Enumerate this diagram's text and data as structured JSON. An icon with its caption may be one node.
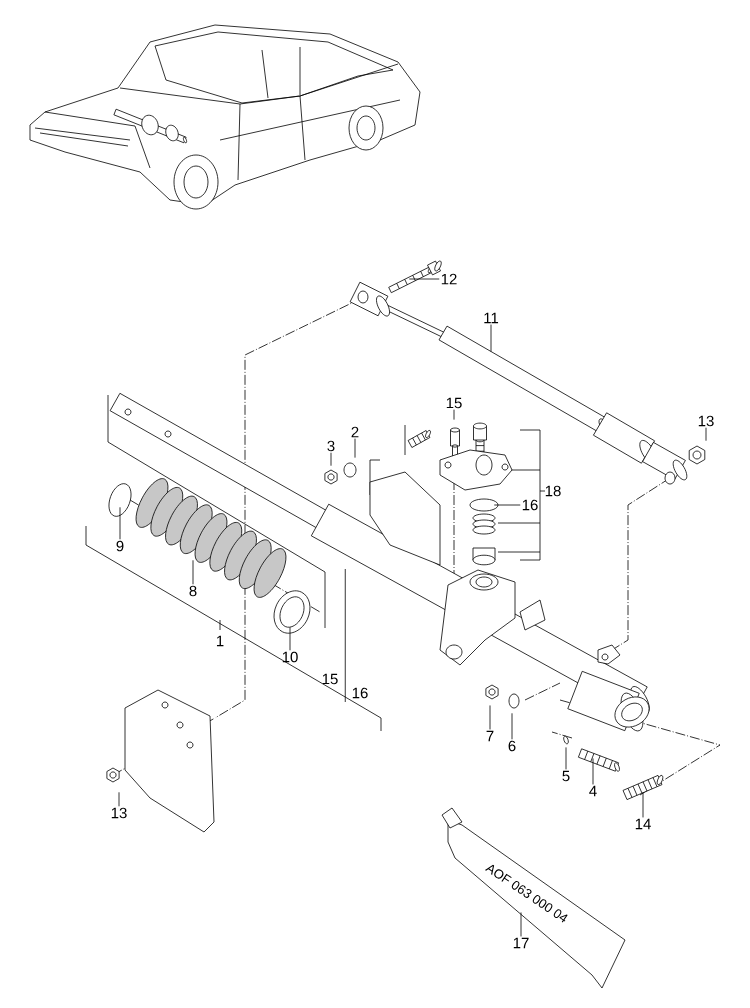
{
  "diagram": {
    "nodes": [
      {
        "text": [
          "12"
        ]
      },
      {
        "text": [
          "11"
        ]
      },
      {
        "text": [
          "15"
        ]
      },
      {
        "text": [
          "13"
        ]
      },
      {
        "text": [
          "2"
        ]
      },
      {
        "text": [
          "3"
        ]
      },
      {
        "text": [
          "16"
        ]
      },
      {
        "text": [
          "9"
        ]
      },
      {
        "text": [
          "8"
        ]
      },
      {
        "text": [
          "10"
        ]
      },
      {
        "text": [
          "16"
        ]
      },
      {
        "text": [
          "7"
        ]
      },
      {
        "text": [
          "6"
        ]
      },
      {
        "text": [
          "5"
        ]
      },
      {
        "text": [
          "4"
        ]
      },
      {
        "text": [
          "13"
        ]
      },
      {
        "text": [
          "14"
        ]
      },
      {
        "text": [
          "17"
        ]
      },
      {
        "text": [
          "AOF 063 000 04"
        ]
      }
    ],
    "edges": [
      {
        "from": 0,
        "to": null,
        "arrow": "none"
      },
      {
        "from": 1,
        "to": null,
        "arrow": "none"
      },
      {
        "from": 2,
        "to": null,
        "arrow": "none"
      },
      {
        "from": 3,
        "to": null,
        "arrow": "none"
      },
      {
        "from": 4,
        "to": null,
        "arrow": "none"
      },
      {
        "from": 5,
        "to": null,
        "arrow": "none"
      },
      {
        "from": 6,
        "to": null,
        "arrow": "none"
      },
      {
        "from": 7,
        "to": null,
        "arrow": "none"
      },
      {
        "from": 8,
        "to": null,
        "arrow": "none"
      },
      {
        "from": 9,
        "to": null,
        "arrow": "none"
      },
      {
        "from": 10,
        "to": null,
        "arrow": "none"
      },
      {
        "from": 11,
        "to": null,
        "arrow": "none"
      },
      {
        "from": 12,
        "to": null,
        "arrow": "none"
      },
      {
        "from": 13,
        "to": null,
        "arrow": "none"
      },
      {
        "from": 14,
        "to": null,
        "arrow": "none"
      },
      {
        "from": 15,
        "to": null,
        "arrow": "none"
      },
      {
        "from": 16,
        "to": null,
        "arrow": "none"
      },
      {
        "from": 17,
        "to": 18,
        "arrow": "none"
      }
    ],
    "labels": [
      "18",
      "1",
      "15"
    ]
  }
}
